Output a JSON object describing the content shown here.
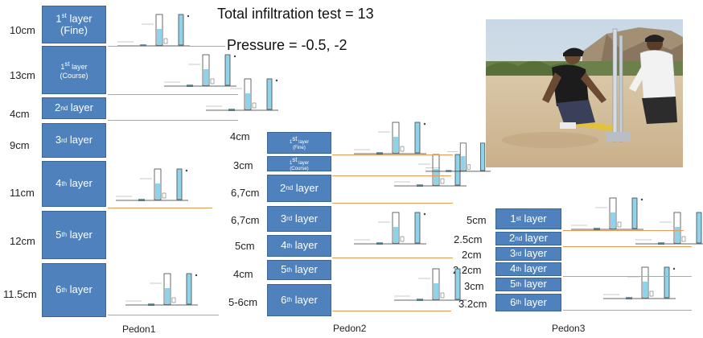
{
  "header": {
    "total_tests": "Total infiltration test = 13",
    "pressure": "Pressure = -0.5, -2"
  },
  "pedons": [
    {
      "name": "Pedon1",
      "layers": [
        {
          "depth": "10cm",
          "label": "layer",
          "ordinal": "1",
          "suffix": "st",
          "note": "(Fine)"
        },
        {
          "depth": "13cm",
          "label": "layer",
          "ordinal": "1",
          "suffix": "st",
          "note": "(Course)"
        },
        {
          "depth": "4cm",
          "label": "layer",
          "ordinal": "2",
          "suffix": "nd",
          "note": ""
        },
        {
          "depth": "9cm",
          "label": "layer",
          "ordinal": "3",
          "suffix": "rd",
          "note": ""
        },
        {
          "depth": "11cm",
          "label": "layer",
          "ordinal": "4",
          "suffix": "th",
          "note": ""
        },
        {
          "depth": "12cm",
          "label": "layer",
          "ordinal": "5",
          "suffix": "th",
          "note": ""
        },
        {
          "depth": "11.5cm",
          "label": "layer",
          "ordinal": "6",
          "suffix": "th",
          "note": ""
        }
      ]
    },
    {
      "name": "Pedon2",
      "layers": [
        {
          "depth": "4cm",
          "label": "layer",
          "ordinal": "1",
          "suffix": "st",
          "note": "(Fine)"
        },
        {
          "depth": "3cm",
          "label": "layer",
          "ordinal": "1",
          "suffix": "st",
          "note": "(Course)"
        },
        {
          "depth": "6,7cm",
          "label": "layer",
          "ordinal": "2",
          "suffix": "nd",
          "note": ""
        },
        {
          "depth": "6,7cm",
          "label": "layer",
          "ordinal": "3",
          "suffix": "rd",
          "note": ""
        },
        {
          "depth": "5cm",
          "label": "layer",
          "ordinal": "4",
          "suffix": "th",
          "note": ""
        },
        {
          "depth": "4cm",
          "label": "layer",
          "ordinal": "5",
          "suffix": "th",
          "note": ""
        },
        {
          "depth": "5-6cm",
          "label": "layer",
          "ordinal": "6",
          "suffix": "th",
          "note": ""
        }
      ]
    },
    {
      "name": "Pedon3",
      "layers": [
        {
          "depth": "5cm",
          "label": "layer",
          "ordinal": "1",
          "suffix": "st",
          "note": ""
        },
        {
          "depth": "2.5cm",
          "label": "layer",
          "ordinal": "2",
          "suffix": "nd",
          "note": ""
        },
        {
          "depth": "2cm",
          "label": "layer",
          "ordinal": "3",
          "suffix": "rd",
          "note": ""
        },
        {
          "depth": "2.2cm",
          "label": "layer",
          "ordinal": "4",
          "suffix": "th",
          "note": ""
        },
        {
          "depth": "3cm",
          "label": "layer",
          "ordinal": "5",
          "suffix": "th",
          "note": ""
        },
        {
          "depth": "3.2cm",
          "label": "layer",
          "ordinal": "6",
          "suffix": "th",
          "note": ""
        }
      ]
    }
  ],
  "colors": {
    "layer_fill": "#4f81bd",
    "ground_line": "#e59a55",
    "water": "#8fd3ea"
  },
  "photo": {
    "subject": "field-infiltration-measurement-photo"
  }
}
